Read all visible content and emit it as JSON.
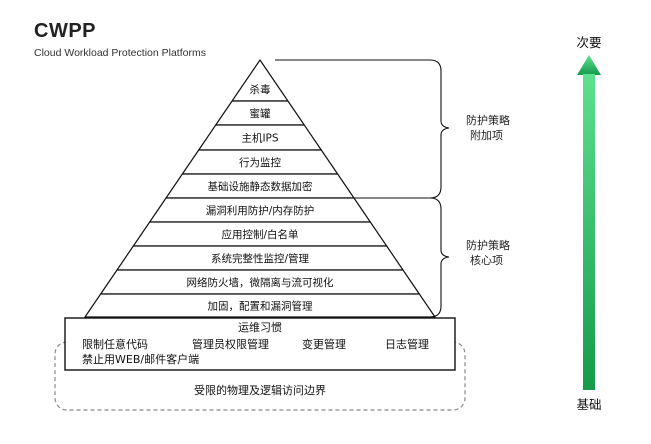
{
  "header": {
    "title": "CWPP",
    "subtitle": "Cloud Workload Protection Platforms"
  },
  "pyramid": {
    "levels": [
      "杀毒",
      "蜜罐",
      "主机IPS",
      "行为监控",
      "基础设施静态数据加密",
      "漏洞利用防护/内存防护",
      "应用控制/白名单",
      "系统完整性监控/管理",
      "网络防火墙，微隔离与流可视化",
      "加固，配置和漏洞管理"
    ]
  },
  "ops": {
    "title": "运维习惯",
    "items": [
      "限制任意代码",
      "管理员权限管理",
      "变更管理",
      "日志管理",
      "禁止用WEB/邮件客户端"
    ]
  },
  "boundary": {
    "label": "受限的物理及逻辑访问边界"
  },
  "braces": {
    "optional": [
      "防护策略",
      "附加项"
    ],
    "core": [
      "防护策略",
      "核心项"
    ]
  },
  "arrow": {
    "top_label": "次要",
    "bottom_label": "基础",
    "color_top": "#5fe08f",
    "color_bottom": "#169a4c"
  }
}
